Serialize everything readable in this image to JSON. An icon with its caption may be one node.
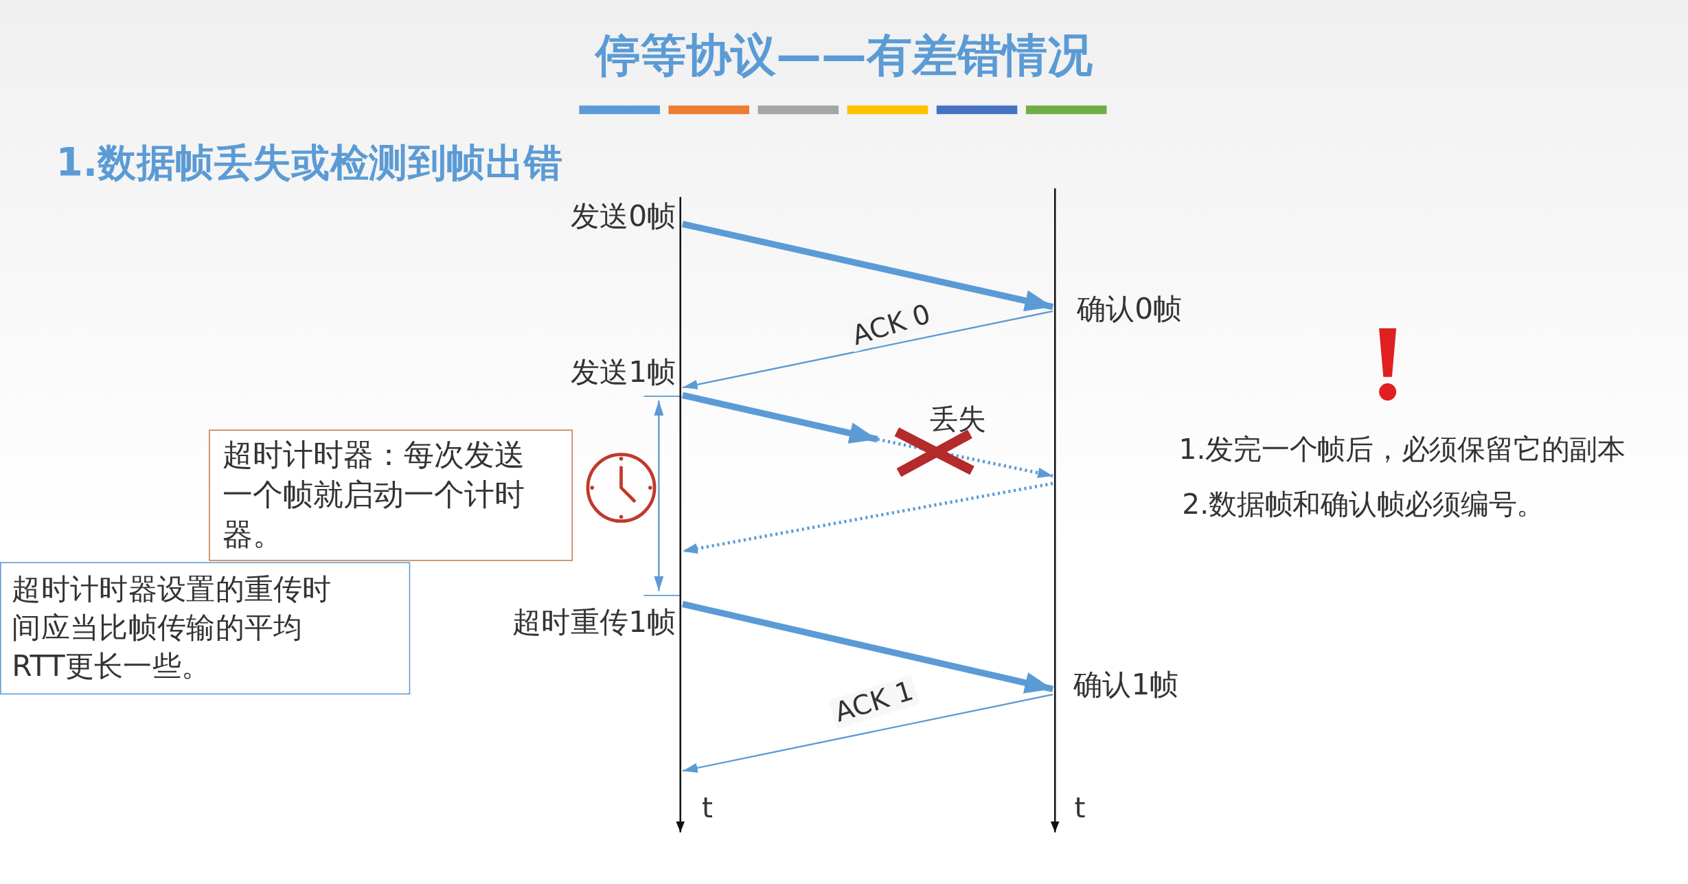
{
  "diagram": {
    "title": "停等协议——有差错情况",
    "nodes": [
      {
        "text": [],
        "shape": "line",
        "beside": [
          "t"
        ]
      },
      {
        "text": [],
        "shape": "line",
        "beside": [
          "t"
        ]
      },
      {
        "text": [],
        "shape": "cross",
        "beside": [
          "丢失"
        ]
      },
      {
        "text": [
          "超时计时器：每次发送一个帧就启动一个计时器。"
        ]
      },
      {
        "text": [
          "超时计时器设置的重传时间应当比帧传输的平均RTT更长一些。"
        ]
      }
    ],
    "edges": [
      {
        "from": 0,
        "to": 1,
        "arrow": "to",
        "style": "thick"
      },
      {
        "from": 1,
        "to": 0,
        "arrow": "to",
        "label": "ACK 0"
      },
      {
        "from": 0,
        "to": 2,
        "arrow": "to",
        "style": "thick"
      },
      {
        "from": 2,
        "to": 1,
        "arrow": "to",
        "style": "dashed"
      },
      {
        "from": 1,
        "to": 0,
        "arrow": "to",
        "style": "dashed"
      },
      {
        "from": 0,
        "to": 1,
        "arrow": "to",
        "style": "thick"
      },
      {
        "from": 1,
        "to": 0,
        "arrow": "to",
        "label": "ACK 1"
      }
    ],
    "labels": [
      "1.数据帧丢失或检测到帧出错",
      "发送0帧",
      "确认0帧",
      "发送1帧",
      "1.发完一个帧后，必须保留它的副本",
      "2.数据帧和确认帧必须编号。",
      "超时重传1帧",
      "确认1帧"
    ]
  }
}
